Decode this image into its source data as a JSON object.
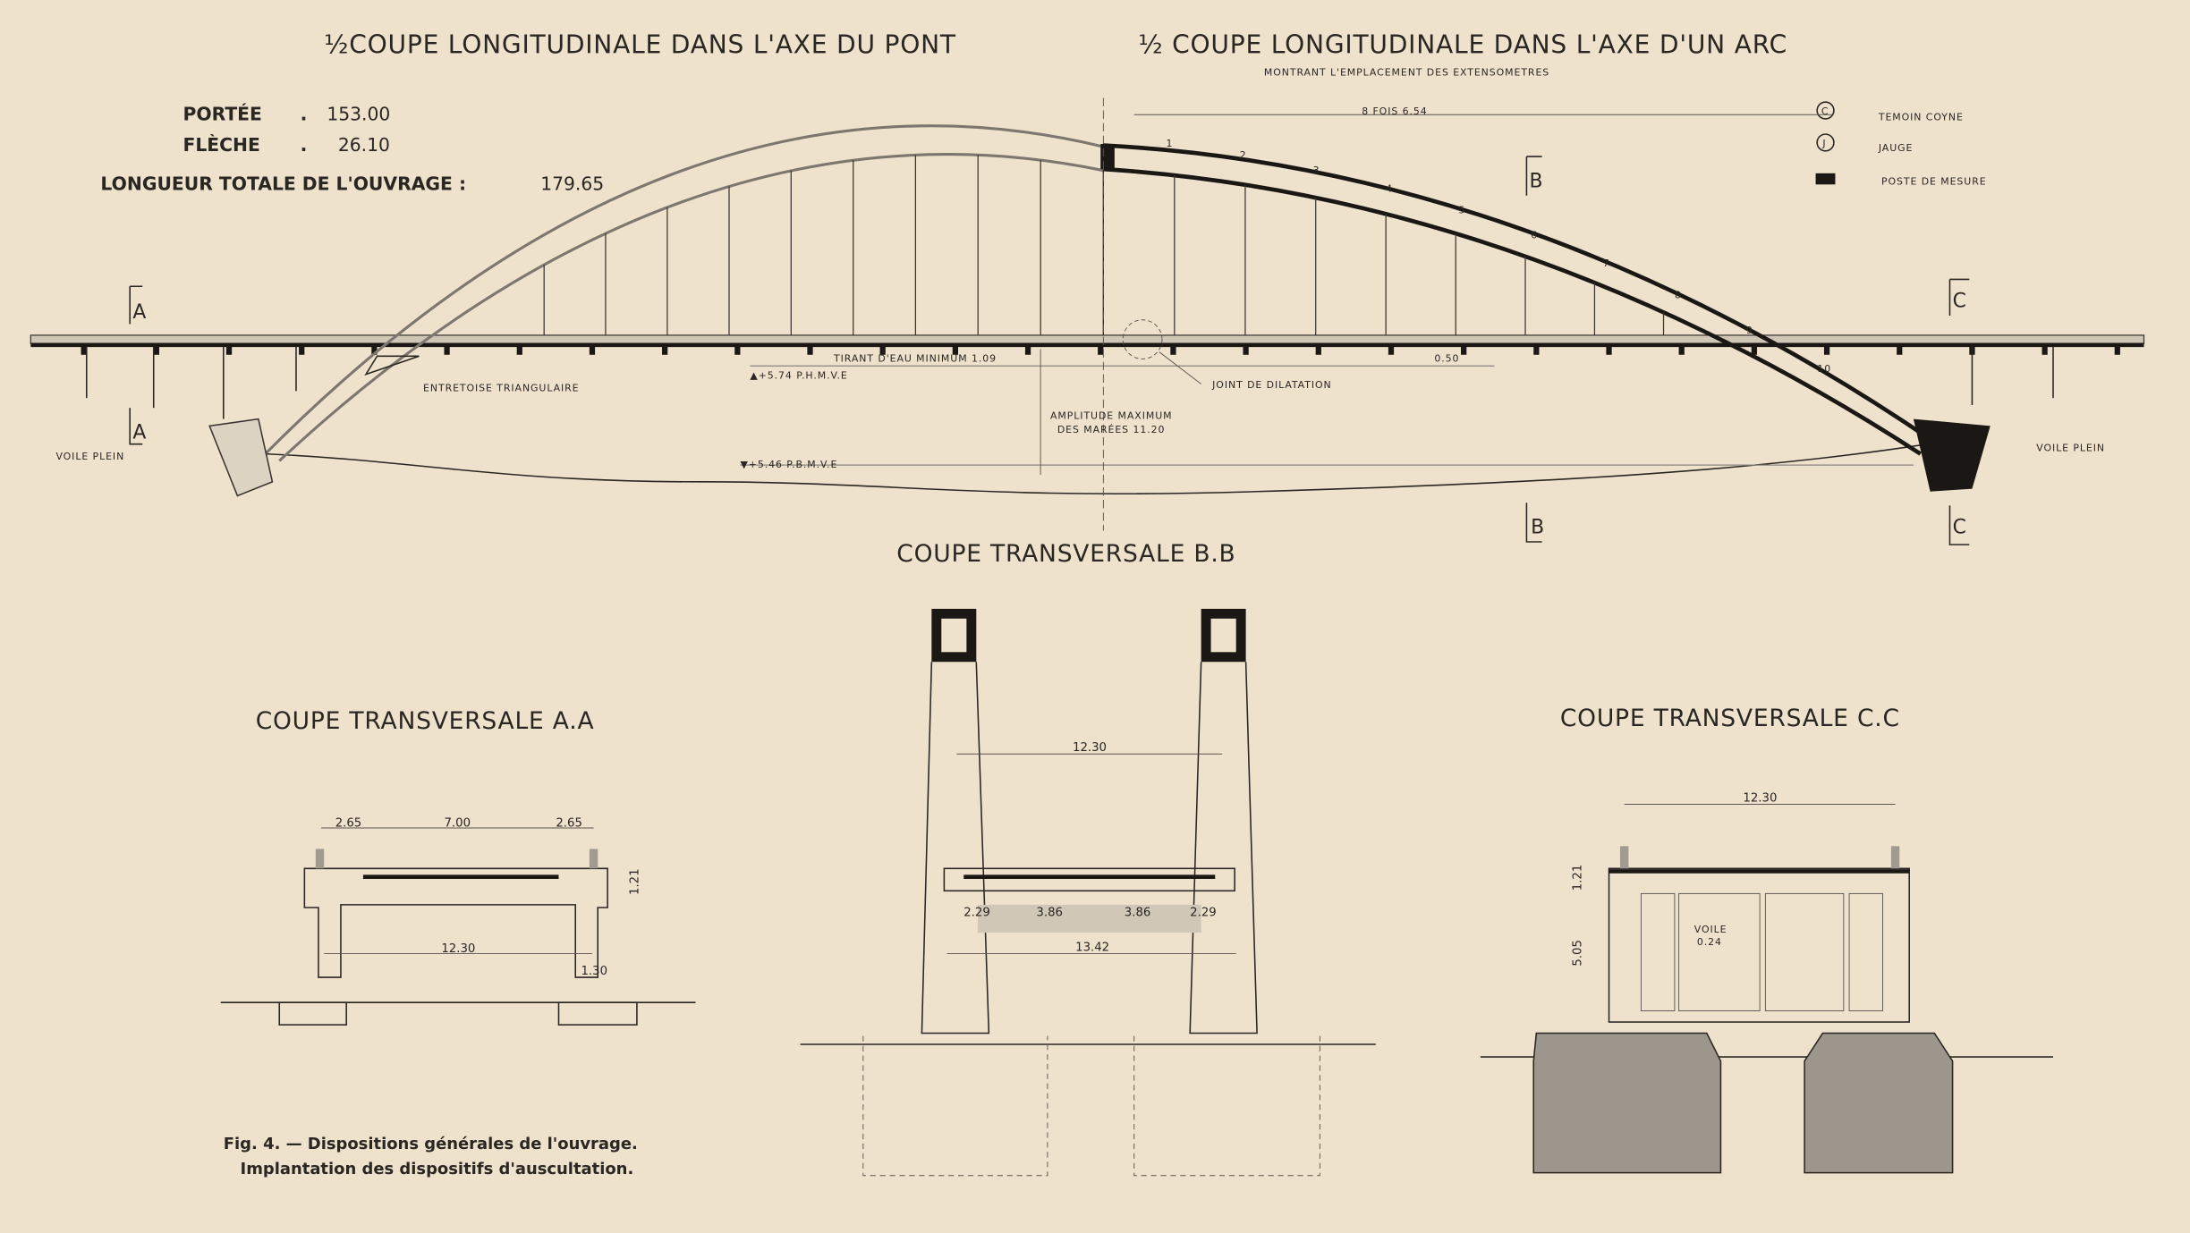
{
  "titles": {
    "left": "½COUPE LONGITUDINALE DANS L'AXE DU PONT",
    "right": "½ COUPE LONGITUDINALE DANS L'AXE D'UN ARC",
    "right_sub": "MONTRANT L'EMPLACEMENT DES EXTENSOMETRES",
    "section_aa": "COUPE TRANSVERSALE A.A",
    "section_bb": "COUPE TRANSVERSALE B.B",
    "section_cc": "COUPE TRANSVERSALE C.C"
  },
  "specs": {
    "portee_label": "PORTÉE",
    "portee_value": "153.00",
    "fleche_label": "FLÈCHE",
    "fleche_value": "26.10",
    "longueur_label": "LONGUEUR TOTALE DE L'OUVRAGE :",
    "longueur_value": "179.65"
  },
  "legend": [
    {
      "symbol": "C",
      "label": "TEMOIN COYNE"
    },
    {
      "symbol": "J",
      "label": "JAUGE"
    },
    {
      "symbol": "",
      "label": "POSTE DE MESURE"
    }
  ],
  "annotations": {
    "spacing": "8 FOIS 6.54",
    "tirant": "TIRANT D'EAU MINIMUM 1.09",
    "phmve": "▲+5.74 P.H.M.V.E",
    "pbmve": "▼+5.46 P.B.M.V.E",
    "joint": "JOINT DE DILATATION",
    "amplitude1": "AMPLITUDE MAXIMUM",
    "amplitude2": "DES MARÉES 11.20",
    "entretoise": "ENTRETOISE TRIANGULAIRE",
    "voile_left": "VOILE PLEIN",
    "voile_right": "VOILE PLEIN",
    "offset": "0.50"
  },
  "section_marks": {
    "a": "A",
    "b": "B",
    "c": "C"
  },
  "arch_points": [
    "1",
    "2",
    "3",
    "4",
    "5",
    "6",
    "7",
    "8",
    "9",
    "10"
  ],
  "dims_aa": {
    "side_left": "2.65",
    "middle": "7.00",
    "side_right": "2.65",
    "height": "1.21",
    "width": "12.30",
    "col": "1.30"
  },
  "dims_bb": {
    "width": "12.30",
    "a": "2.29",
    "b": "3.86",
    "c": "3.86",
    "d": "2.29",
    "total": "13.42"
  },
  "dims_cc": {
    "width": "12.30",
    "h1": "1.21",
    "h2": "5.05",
    "voile1": "VOILE",
    "voile2": "0.24"
  },
  "caption": {
    "line1": "Fig. 4. — Dispositions générales de l'ouvrage.",
    "line2": "Implantation des dispositifs d'auscultation."
  }
}
